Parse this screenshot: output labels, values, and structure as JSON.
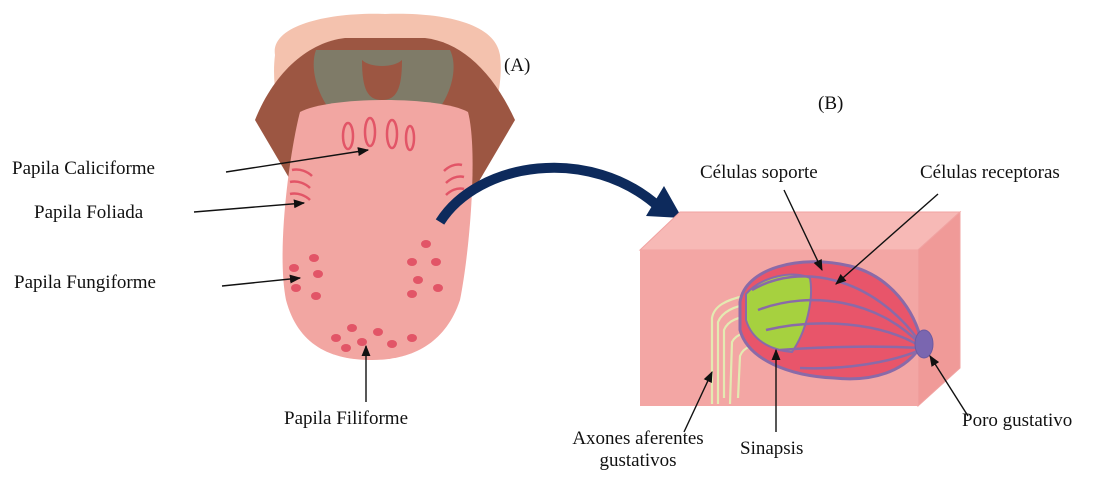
{
  "panels": {
    "a": "(A)",
    "b": "(B)"
  },
  "tongue_labels": {
    "caliciforme": "Papila Caliciforme",
    "foliada": "Papila Foliada",
    "fungiforme": "Papila Fungiforme",
    "filiforme": "Papila Filiforme"
  },
  "bud_labels": {
    "soporte": "Células soporte",
    "receptoras": "Células receptoras",
    "axones_line1": "Axones aferentes",
    "axones_line2": "gustativos",
    "sinapsis": "Sinapsis",
    "poro": "Poro gustativo"
  },
  "colors": {
    "lips": "#f4c2ae",
    "mouth_dark": "#9c5642",
    "throat": "#7f7b68",
    "tongue": "#f2a6a2",
    "papilla": "#e25567",
    "tissue_block": "#f3a6a4",
    "receptor_cell": "#e8556a",
    "support_cell": "#a6d13f",
    "bud_outline": "#8a6aa8",
    "axon": "#e4eab2",
    "curved_arrow": "#0d2a5c"
  }
}
